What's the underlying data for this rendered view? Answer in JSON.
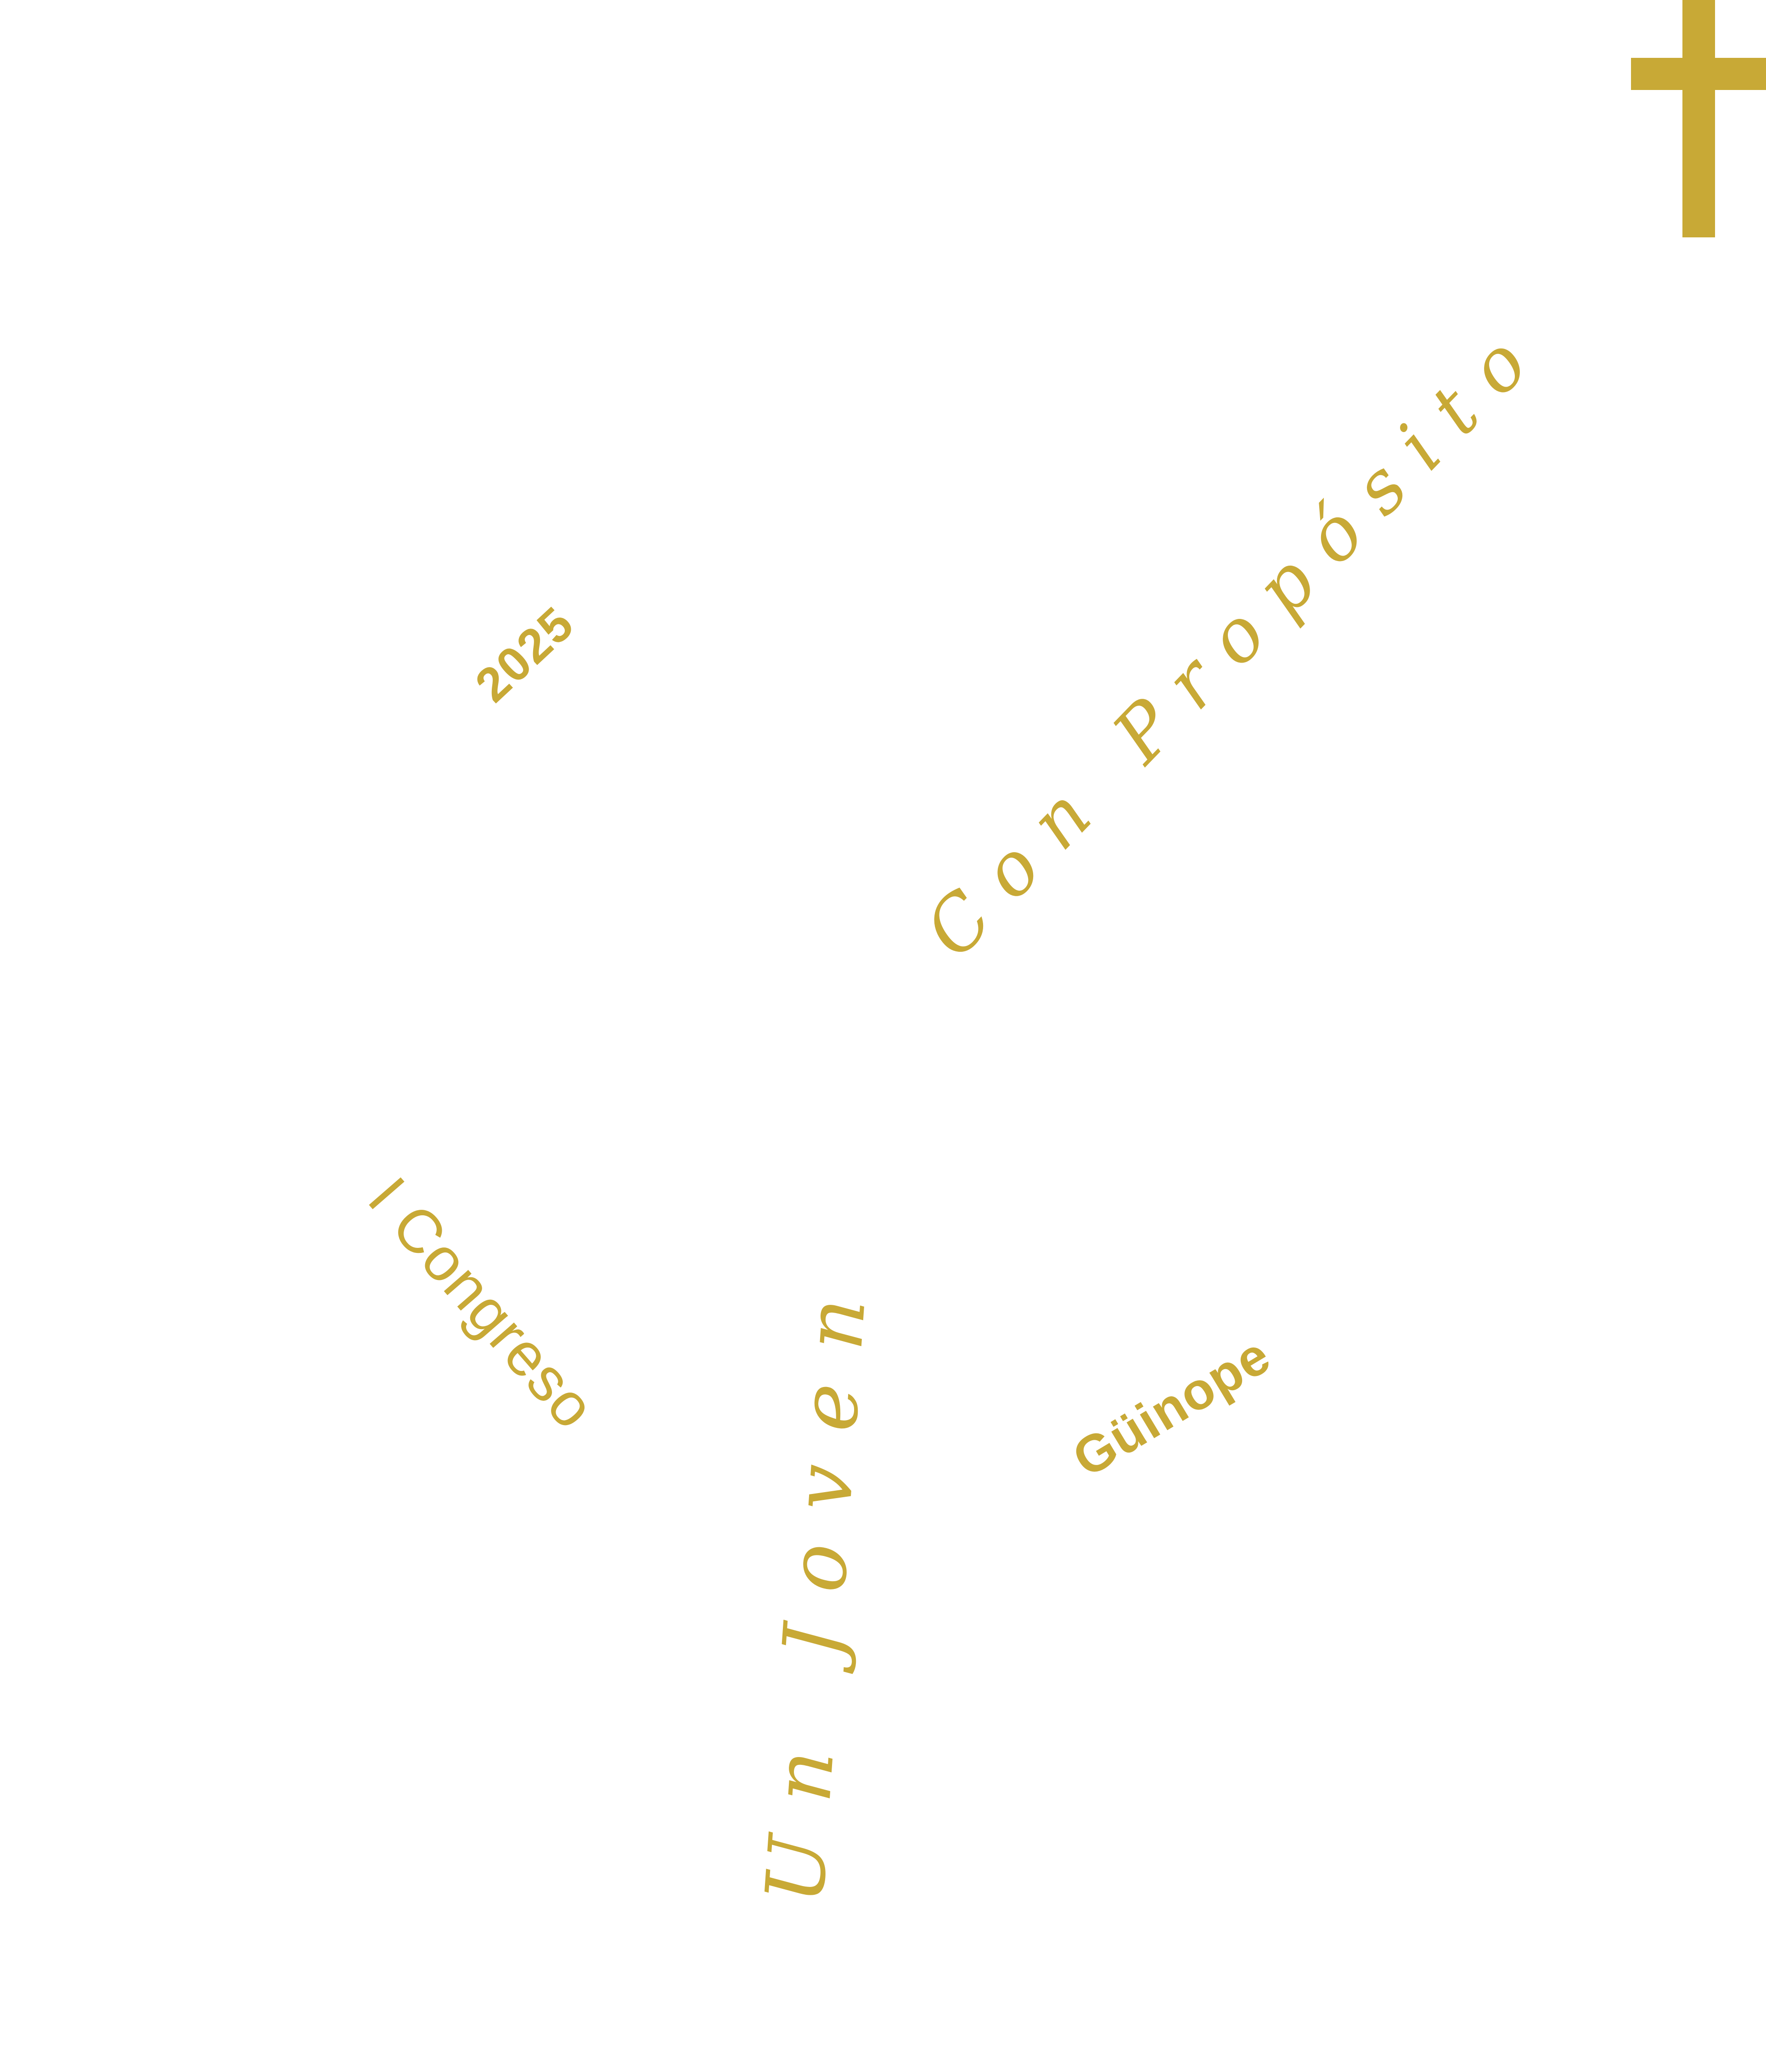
{
  "theme": {
    "gold": "#C8A936",
    "background": "#FFFFFF"
  },
  "icons": {
    "cross": "latin-cross"
  },
  "poster": {
    "year": "2025",
    "congress": "I Congreso",
    "title_script_bottom": "Un Joven",
    "title_script_top": "Con Propósito",
    "location": "Güinope"
  }
}
